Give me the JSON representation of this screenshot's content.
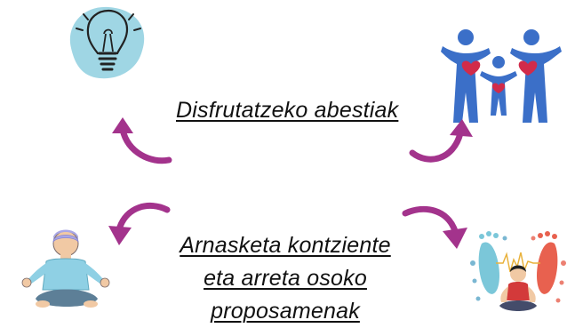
{
  "labels": {
    "top": " Disfrutatzeko abestiak",
    "bottom_lines": [
      "Arnasketa kontziente",
      "eta arreta osoko",
      "proposamenak"
    ]
  },
  "colors": {
    "arrow": "#a3338c",
    "bulb_bg": "#9fd6e4",
    "family_blue": "#3b6fc8",
    "heart_red": "#d12b4a",
    "meditator_shirt": "#8fd0e4",
    "meditator_pants": "#5d7f97",
    "skin": "#f1c9a4"
  },
  "icons": [
    "lightbulb-icon",
    "family-icon",
    "meditating-person-icon",
    "child-meditation-icon"
  ]
}
